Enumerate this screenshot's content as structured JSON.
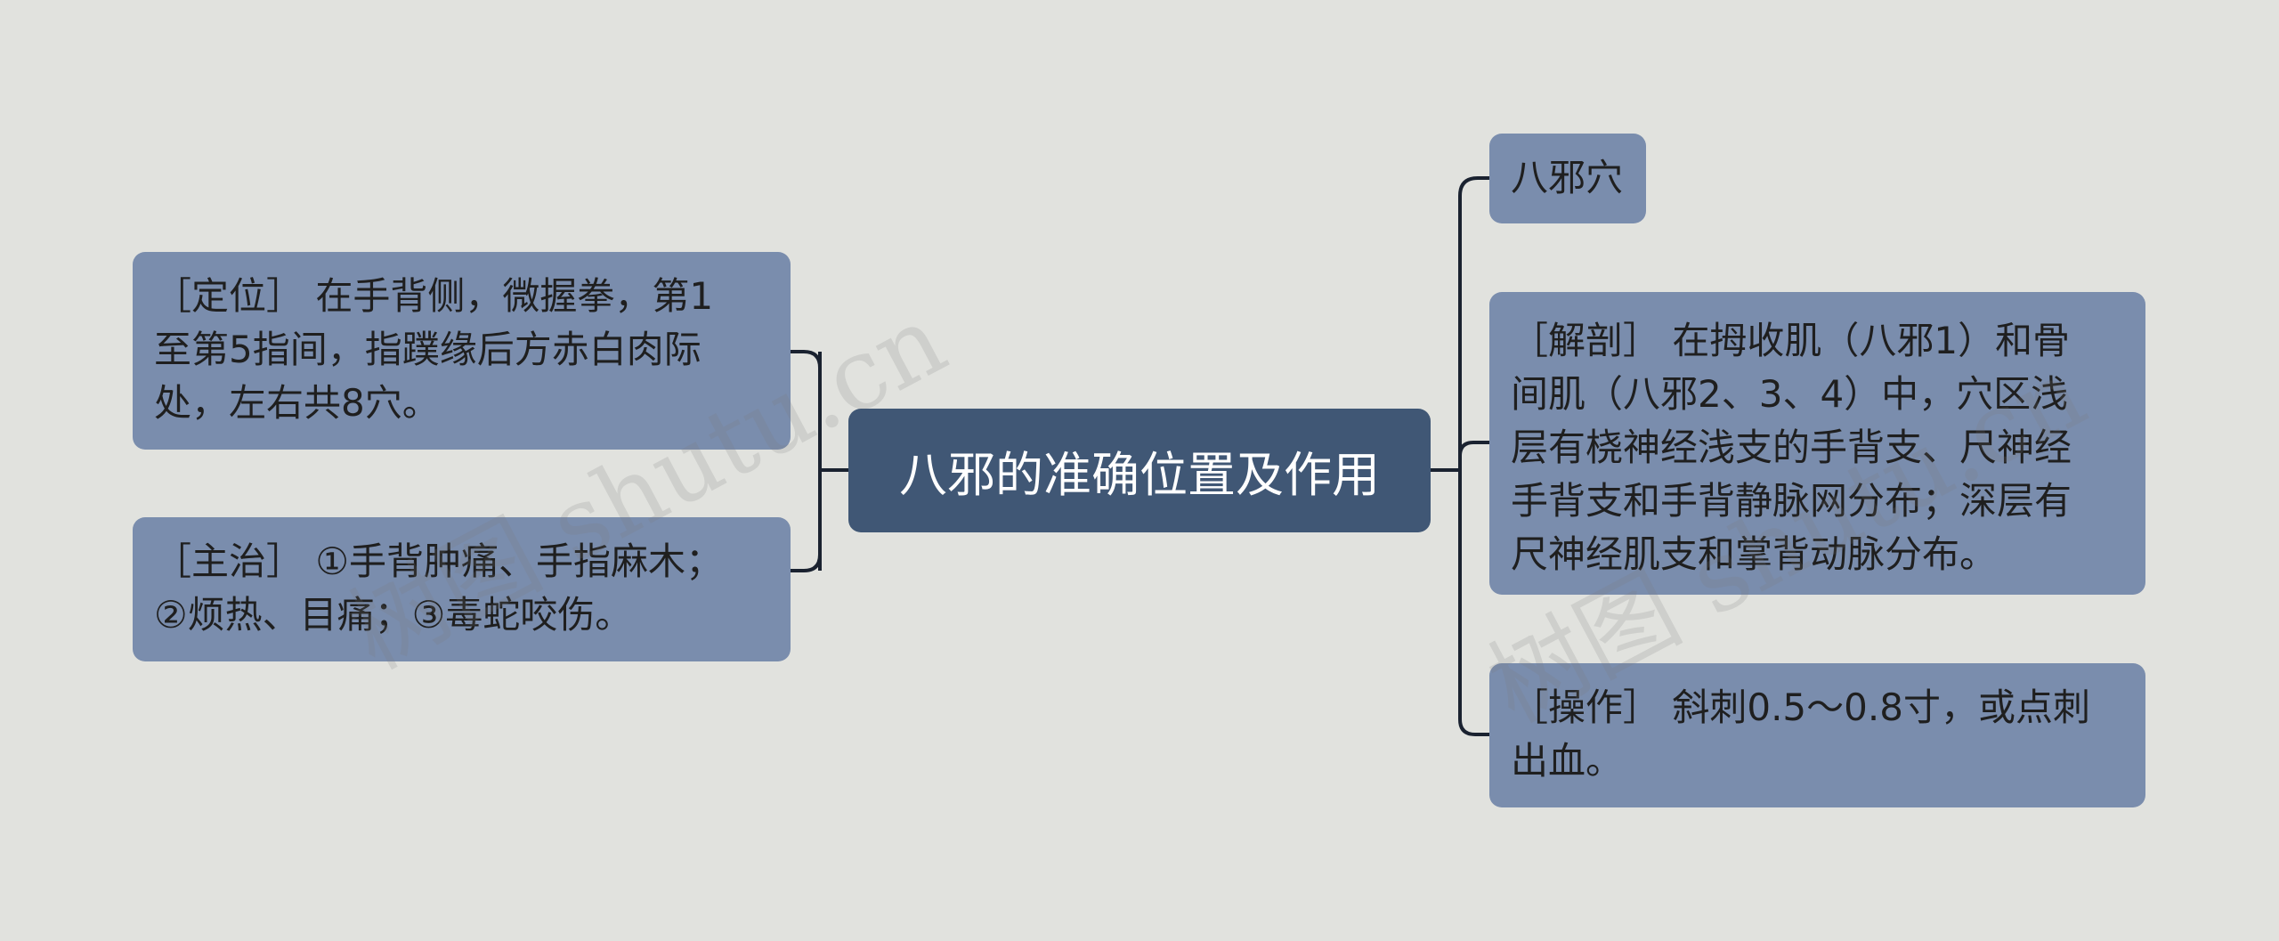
{
  "root": {
    "title": "八邪的准确位置及作用"
  },
  "left_nodes": [
    {
      "id": "location",
      "text": "［定位］ 在手背侧，微握拳，第1\n至第5指间，指蹼缘后方赤白肉际\n处，左右共8穴。"
    },
    {
      "id": "indication",
      "text": "［主治］ ①手背肿痛、手指麻木；\n②烦热、目痛；③毒蛇咬伤。"
    }
  ],
  "right_nodes": [
    {
      "id": "name",
      "text": "八邪穴"
    },
    {
      "id": "anatomy",
      "text": "［解剖］ 在拇收肌（八邪1）和骨\n间肌（八邪2、3、4）中，穴区浅\n层有桡神经浅支的手背支、尺神经\n手背支和手背静脉网分布；深层有\n尺神经肌支和掌背动脉分布。"
    },
    {
      "id": "operation",
      "text": "［操作］ 斜刺0.5～0.8寸，或点刺\n出血。"
    }
  ],
  "watermarks": [
    "树图 shutu.cn",
    "树图 shutu.cn"
  ],
  "colors": {
    "background": "#e1e2de",
    "root_fill": "#405775",
    "node_fill": "#7a8dad",
    "connector": "#1a2230"
  }
}
